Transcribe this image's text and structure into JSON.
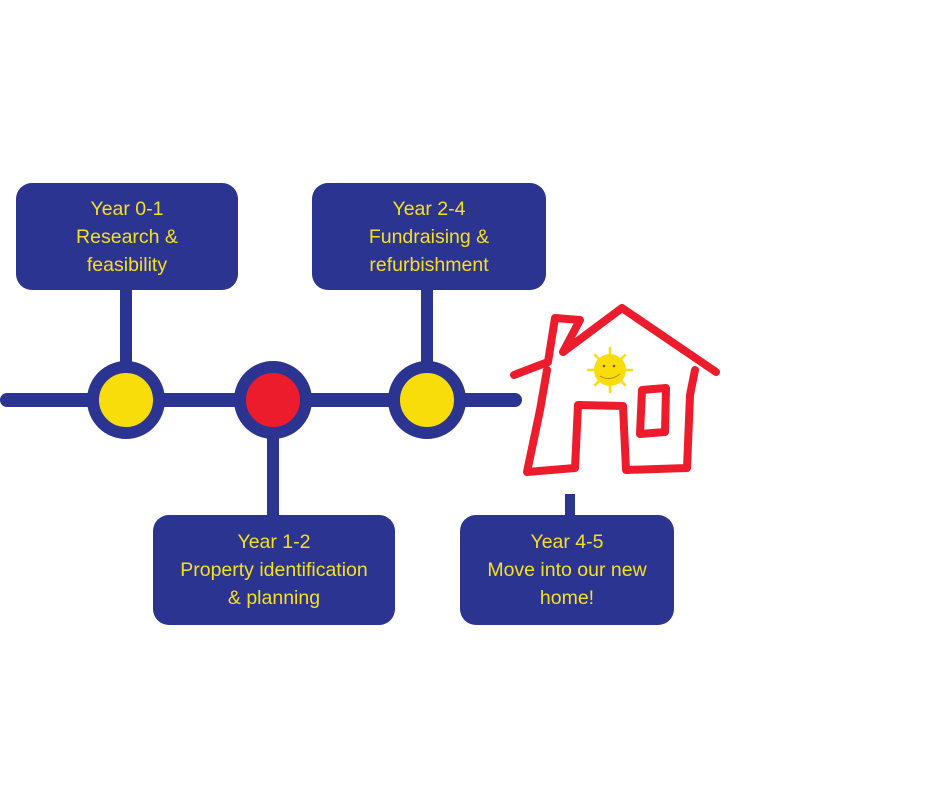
{
  "colors": {
    "navy": "#2b3490",
    "yellow": "#f9dd0b",
    "red": "#ec1c2c",
    "text": "#f7e01c"
  },
  "milestones": [
    {
      "year": "Year 0-1",
      "lines": [
        "Research &",
        "feasibility"
      ],
      "node_color": "yellow"
    },
    {
      "year": "Year 1-2",
      "lines": [
        "Property identification",
        "& planning"
      ],
      "node_color": "red"
    },
    {
      "year": "Year 2-4",
      "lines": [
        "Fundraising &",
        "refurbishment"
      ],
      "node_color": "yellow"
    },
    {
      "year": "Year 4-5",
      "lines": [
        "Move into our new",
        "home!"
      ],
      "node_color": "house"
    }
  ],
  "icons": [
    "house-drawing-icon",
    "sun-icon"
  ]
}
